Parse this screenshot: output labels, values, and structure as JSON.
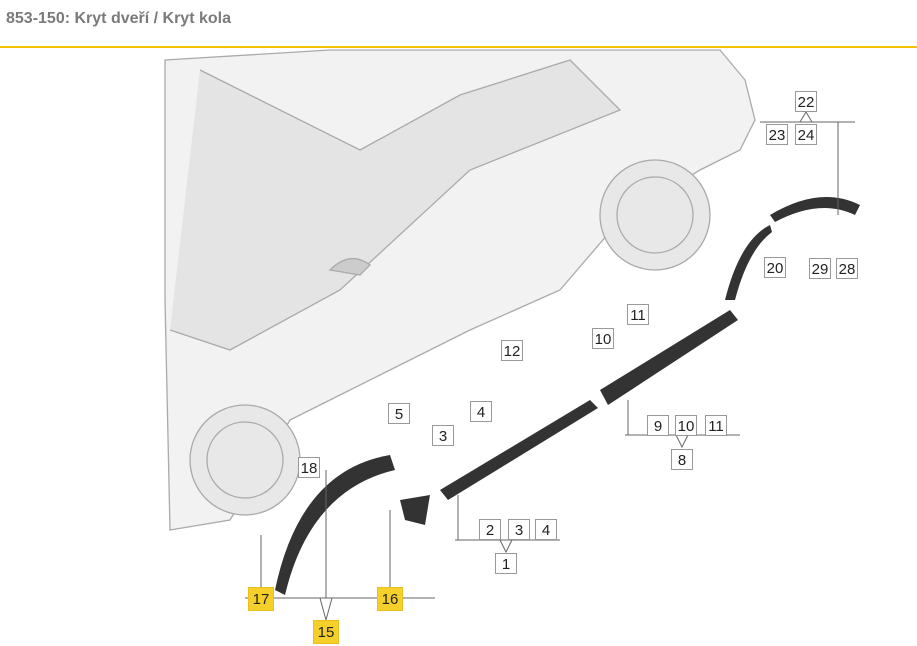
{
  "header": {
    "title": "853-150: Kryt dveří / Kryt kola"
  },
  "colors": {
    "accent": "#f2c200",
    "highlight": "#f5cf2a"
  },
  "labels": [
    "22",
    "23",
    "24",
    "20",
    "29",
    "28",
    "11",
    "10",
    "12",
    "5",
    "4",
    "3",
    "18",
    "9",
    "10",
    "11",
    "8",
    "2",
    "3",
    "4",
    "1",
    "17",
    "16",
    "15"
  ]
}
